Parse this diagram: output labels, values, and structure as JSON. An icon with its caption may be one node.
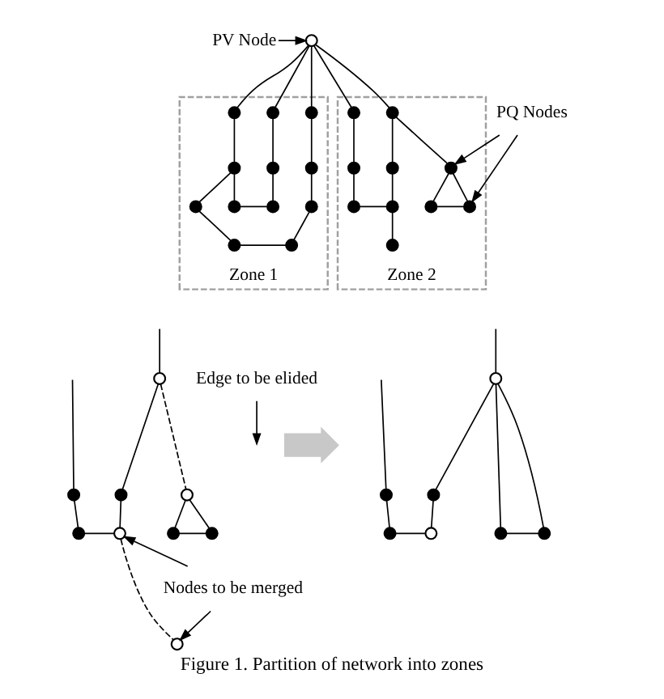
{
  "diagram": {
    "caption": "Figure 1. Partition of network into zones",
    "nodes": [
      {
        "text": [
          "Zone 1"
        ]
      },
      {
        "text": [
          "Zone 2"
        ]
      },
      {
        "text": [],
        "shape": "circle"
      },
      {
        "text": [
          "PV Node"
        ]
      },
      {
        "text": [
          "PQ Nodes"
        ]
      },
      {
        "text": [],
        "shape": "circle",
        "in": 0
      },
      {
        "text": [],
        "shape": "circle",
        "in": 0
      },
      {
        "text": [],
        "shape": "circle",
        "in": 0
      },
      {
        "text": [],
        "shape": "circle",
        "in": 0
      },
      {
        "text": [],
        "shape": "circle",
        "in": 0
      },
      {
        "text": [],
        "shape": "circle",
        "in": 0
      },
      {
        "text": [],
        "shape": "circle",
        "in": 0
      },
      {
        "text": [],
        "shape": "circle",
        "in": 0
      },
      {
        "text": [],
        "shape": "circle",
        "in": 0
      },
      {
        "text": [],
        "shape": "circle",
        "in": 0
      },
      {
        "text": [],
        "shape": "circle",
        "in": 0
      },
      {
        "text": [],
        "shape": "circle",
        "in": 0
      },
      {
        "text": [],
        "shape": "circle",
        "in": 1
      },
      {
        "text": [],
        "shape": "circle",
        "in": 1
      },
      {
        "text": [],
        "shape": "circle",
        "in": 1
      },
      {
        "text": [],
        "shape": "circle",
        "in": 1
      },
      {
        "text": [],
        "shape": "circle",
        "in": 1
      },
      {
        "text": [],
        "shape": "circle",
        "in": 1
      },
      {
        "text": [],
        "shape": "circle",
        "in": 1
      },
      {
        "text": [],
        "shape": "circle",
        "in": 1
      },
      {
        "text": [],
        "shape": "circle",
        "in": 1
      },
      {
        "text": [],
        "shape": "circle",
        "in": 1
      },
      {
        "text": [
          "Edge to be elided"
        ]
      },
      {
        "text": [],
        "shape": "circle"
      },
      {
        "text": [],
        "shape": "circle"
      },
      {
        "text": [],
        "shape": "circle"
      },
      {
        "text": [],
        "shape": "circle"
      },
      {
        "text": [],
        "shape": "circle"
      },
      {
        "text": [],
        "shape": "circle"
      },
      {
        "text": [],
        "shape": "circle"
      },
      {
        "text": [],
        "shape": "circle"
      },
      {
        "text": [
          "Nodes to be merged"
        ]
      },
      {
        "text": [],
        "shape": "circle"
      },
      {
        "text": [],
        "shape": "arrow"
      },
      {
        "text": [],
        "shape": "circle"
      },
      {
        "text": [],
        "shape": "circle"
      },
      {
        "text": [],
        "shape": "circle"
      },
      {
        "text": [],
        "shape": "circle"
      },
      {
        "text": [],
        "shape": "circle"
      },
      {
        "text": [],
        "shape": "circle"
      },
      {
        "text": [],
        "shape": "circle"
      }
    ],
    "edges": [
      {
        "from": 3,
        "to": 2,
        "arrow": "to"
      },
      {
        "from": 4,
        "to": 21,
        "arrow": "to"
      },
      {
        "from": 4,
        "to": 25,
        "arrow": "to"
      },
      {
        "from": 2,
        "to": 5,
        "arrow": "none"
      },
      {
        "from": 2,
        "to": 6,
        "arrow": "none"
      },
      {
        "from": 2,
        "to": 7,
        "arrow": "none"
      },
      {
        "from": 2,
        "to": 17,
        "arrow": "none"
      },
      {
        "from": 2,
        "to": 18,
        "arrow": "none"
      },
      {
        "from": 5,
        "to": 8,
        "arrow": "none"
      },
      {
        "from": 8,
        "to": 11,
        "arrow": "none"
      },
      {
        "from": 11,
        "to": 15,
        "arrow": "none"
      },
      {
        "from": 8,
        "to": 12,
        "arrow": "none"
      },
      {
        "from": 12,
        "to": 13,
        "arrow": "none"
      },
      {
        "from": 6,
        "to": 9,
        "arrow": "none"
      },
      {
        "from": 9,
        "to": 13,
        "arrow": "none"
      },
      {
        "from": 7,
        "to": 10,
        "arrow": "none"
      },
      {
        "from": 10,
        "to": 14,
        "arrow": "none"
      },
      {
        "from": 14,
        "to": 16,
        "arrow": "none"
      },
      {
        "from": 15,
        "to": 16,
        "arrow": "none"
      },
      {
        "from": 17,
        "to": 19,
        "arrow": "none"
      },
      {
        "from": 19,
        "to": 22,
        "arrow": "none"
      },
      {
        "from": 22,
        "to": 23,
        "arrow": "none"
      },
      {
        "from": 18,
        "to": 20,
        "arrow": "none"
      },
      {
        "from": 20,
        "to": 23,
        "arrow": "none"
      },
      {
        "from": 23,
        "to": 26,
        "arrow": "none"
      },
      {
        "from": 18,
        "to": 21,
        "arrow": "none"
      },
      {
        "from": 21,
        "to": 25,
        "arrow": "none"
      },
      {
        "from": 21,
        "to": 24,
        "arrow": "none"
      },
      {
        "from": 24,
        "to": 25,
        "arrow": "none"
      },
      {
        "from": null,
        "to": 28,
        "arrow": "none"
      },
      {
        "from": null,
        "to": 29,
        "arrow": "none"
      },
      {
        "from": 29,
        "to": 32,
        "arrow": "none"
      },
      {
        "from": 28,
        "to": 30,
        "arrow": "none"
      },
      {
        "from": 30,
        "to": 33,
        "arrow": "none"
      },
      {
        "from": 32,
        "to": 33,
        "arrow": "none"
      },
      {
        "from": 28,
        "to": 31,
        "arrow": "none",
        "style": "dashed"
      },
      {
        "from": 31,
        "to": 34,
        "arrow": "none"
      },
      {
        "from": 31,
        "to": 35,
        "arrow": "none"
      },
      {
        "from": 34,
        "to": 35,
        "arrow": "none"
      },
      {
        "from": 33,
        "to": 37,
        "arrow": "none",
        "style": "dashed"
      },
      {
        "from": 27,
        "to": null,
        "arrow": "to"
      },
      {
        "from": 36,
        "to": 33,
        "arrow": "to"
      },
      {
        "from": 36,
        "to": 37,
        "arrow": "to"
      },
      {
        "from": null,
        "to": 39,
        "arrow": "none"
      },
      {
        "from": null,
        "to": 40,
        "arrow": "none"
      },
      {
        "from": 39,
        "to": 41,
        "arrow": "none"
      },
      {
        "from": 40,
        "to": 42,
        "arrow": "none"
      },
      {
        "from": 41,
        "to": 43,
        "arrow": "none"
      },
      {
        "from": 42,
        "to": 43,
        "arrow": "none"
      },
      {
        "from": 39,
        "to": 44,
        "arrow": "none"
      },
      {
        "from": 39,
        "to": 45,
        "arrow": "none"
      },
      {
        "from": 44,
        "to": 45,
        "arrow": "none"
      }
    ]
  }
}
